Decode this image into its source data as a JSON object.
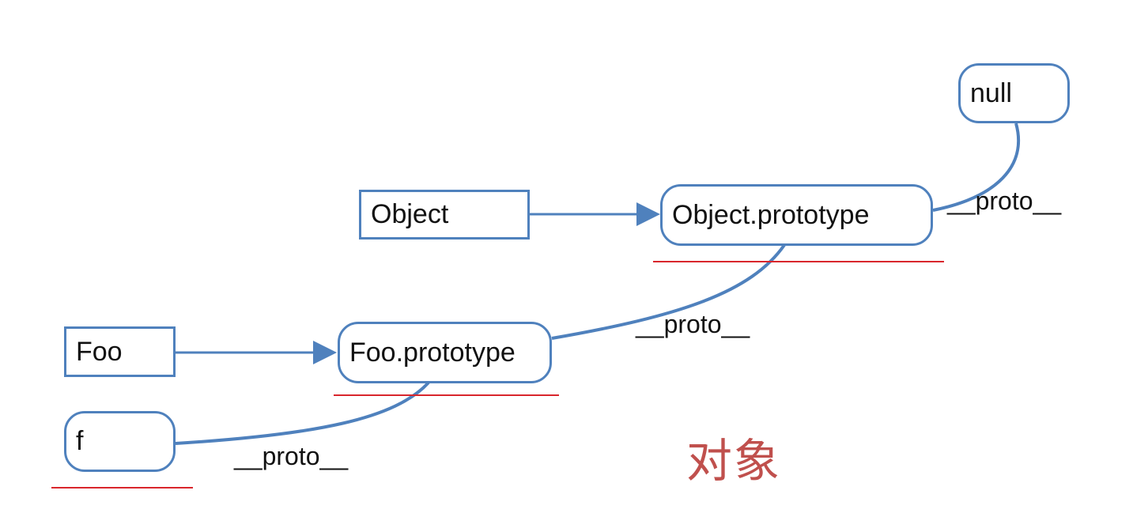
{
  "nodes": {
    "null": "null",
    "object": "Object",
    "object_prototype": "Object.prototype",
    "foo": "Foo",
    "foo_prototype": "Foo.prototype",
    "f": "f"
  },
  "edge_labels": {
    "object_prototype_to_null": "__proto__",
    "foo_prototype_to_object_prototype": "__proto__",
    "f_to_foo_prototype": "__proto__"
  },
  "caption": "对象",
  "colors": {
    "node_border": "#4f81bd",
    "connector": "#4f81bd",
    "underline": "#d9262c",
    "caption": "#c0504d"
  }
}
